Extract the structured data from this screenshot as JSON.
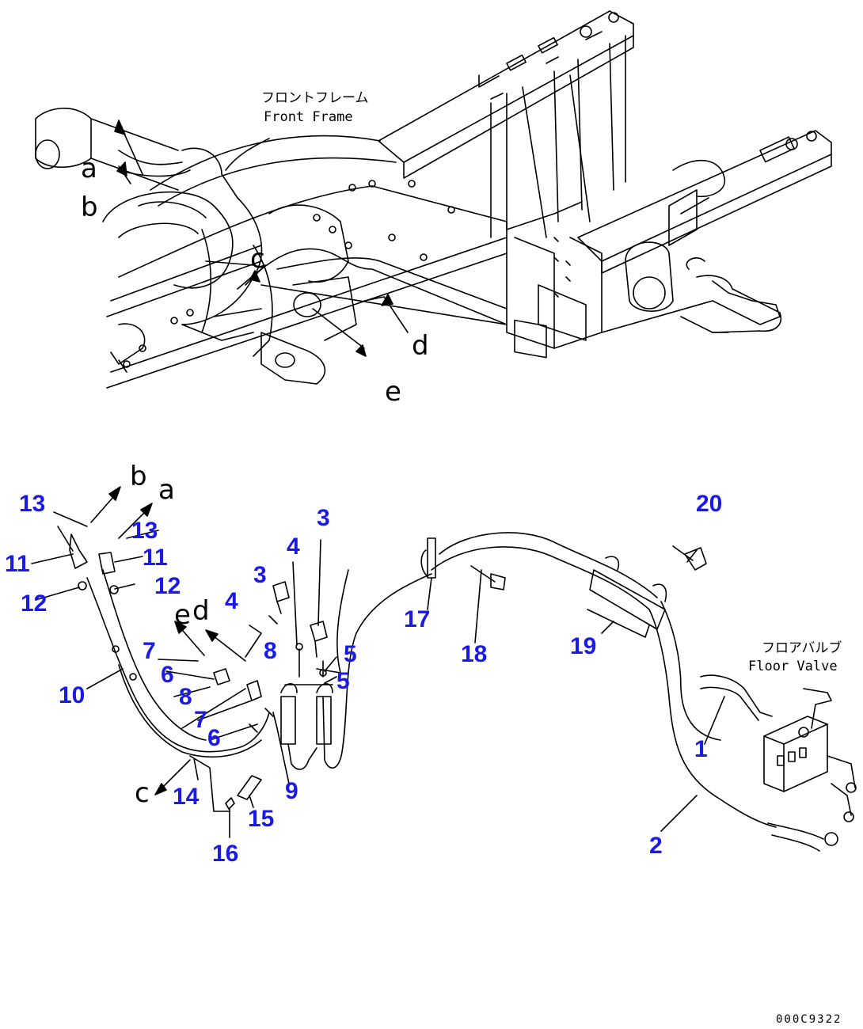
{
  "colors": {
    "callout": "#1a1ae6",
    "line": "#000000",
    "background": "#ffffff"
  },
  "captions": {
    "front_frame_jp": "フロントフレーム",
    "front_frame_en": "Front Frame",
    "floor_valve_jp": "フロアバルブ",
    "floor_valve_en": "Floor Valve"
  },
  "drawing_code": "000C9322",
  "letters": [
    "a",
    "b",
    "c",
    "d",
    "e"
  ],
  "part_callouts": [
    "1",
    "2",
    "3",
    "4",
    "5",
    "6",
    "7",
    "8",
    "9",
    "10",
    "11",
    "12",
    "13",
    "14",
    "15",
    "16",
    "17",
    "18",
    "19",
    "20"
  ]
}
